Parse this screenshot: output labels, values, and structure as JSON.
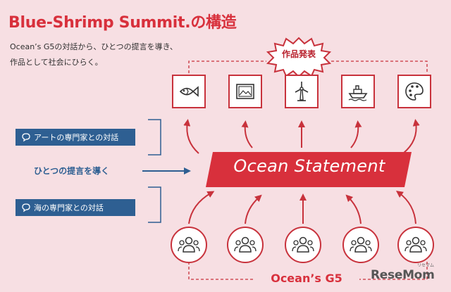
{
  "title": "Blue-Shrimp Summit.の構造",
  "subtitle_line1": "Ocean’s G5の対話から、ひとつの提言を導き、",
  "subtitle_line2": "作品として社会にひらく。",
  "burst_label": "作品発表",
  "works": [
    {
      "icon": "fish-icon"
    },
    {
      "icon": "picture-icon"
    },
    {
      "icon": "wind-turbine-icon"
    },
    {
      "icon": "ship-icon"
    },
    {
      "icon": "palette-icon"
    }
  ],
  "dialogue_art": "アートの専門家との対話",
  "dialogue_sea": "海の専門家との対話",
  "guide_label": "ひとつの提言を導く",
  "statement": "Ocean Statement",
  "g5_label": "Ocean’s G5",
  "brand": "ReseMom",
  "brand_sub": "リセマム",
  "colors": {
    "background": "#f7dfe3",
    "accent_red": "#d8303c",
    "dark_red": "#c8323c",
    "blue": "#2e5f92"
  }
}
